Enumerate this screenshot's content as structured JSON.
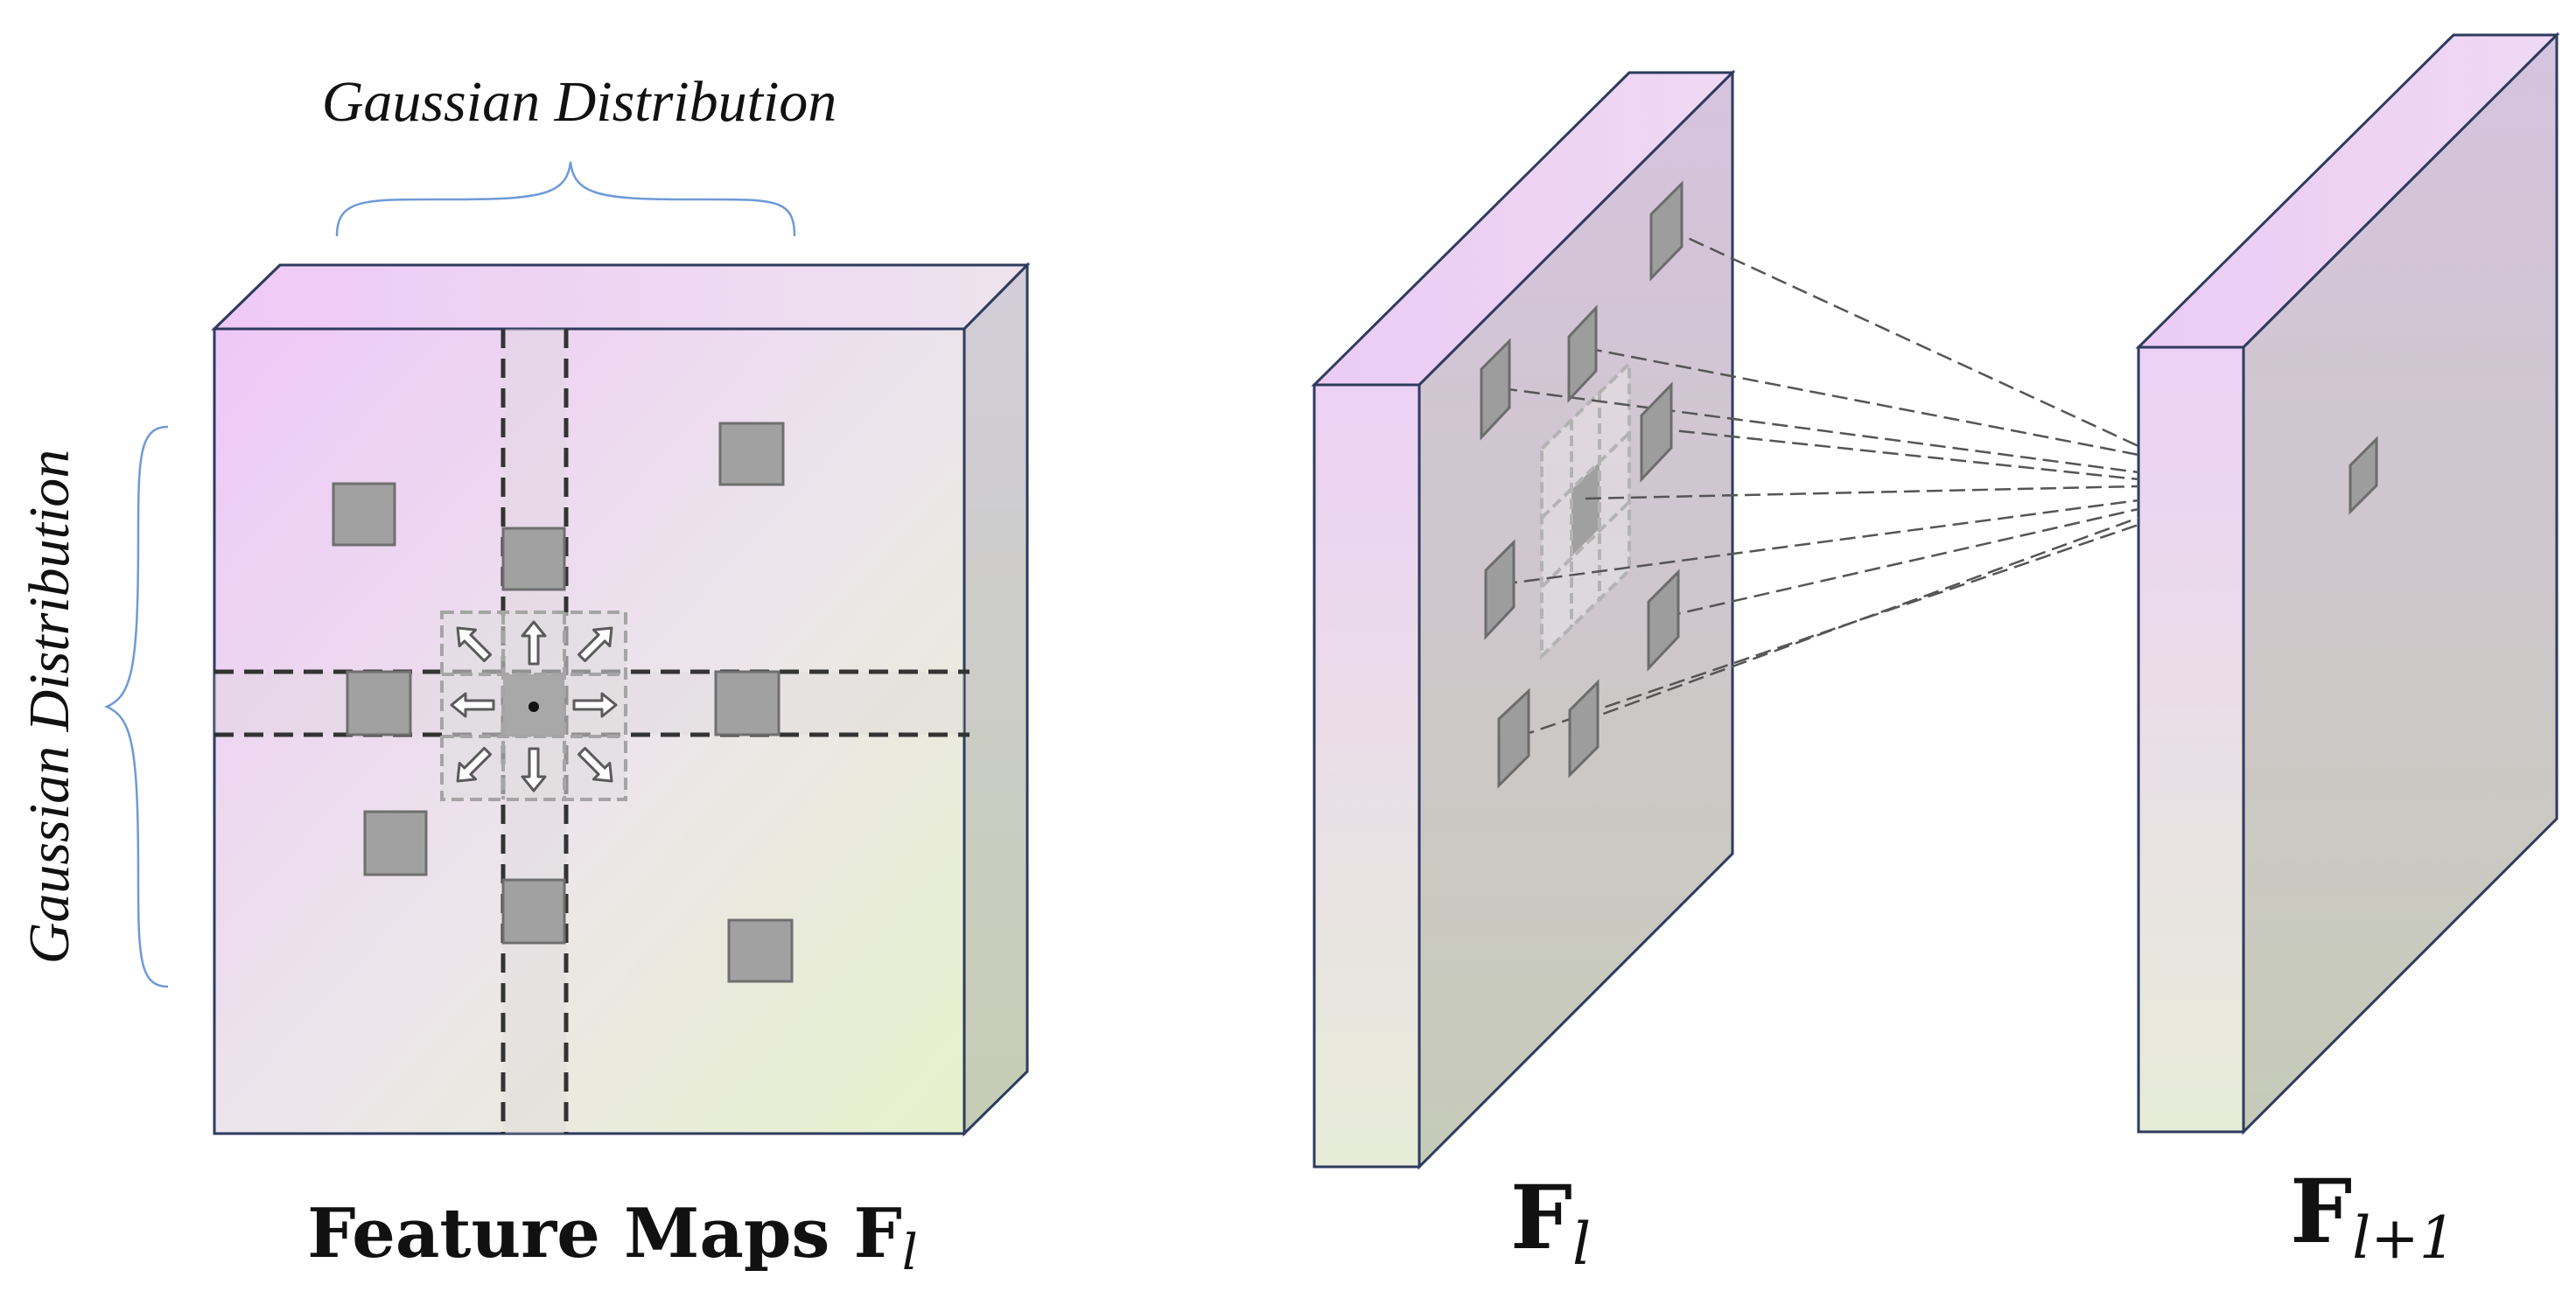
{
  "left_panel": {
    "top_brace_label": "Gaussian Distribution",
    "side_brace_label": "Gaussian Distribution",
    "caption": "Feature Maps F",
    "caption_subscript": "l"
  },
  "right_panel": {
    "layer_l_label": "F",
    "layer_l_subscript": "l",
    "layer_l1_label": "F",
    "layer_l1_subscript": "l+1"
  },
  "colors": {
    "face_top_left": "#eecbf6",
    "face_bottom_right": "#e6f0cc",
    "edge": "#2e3b5e",
    "square_fill": "#a1a1a1",
    "square_stroke": "#6f6f6f",
    "dashed_line": "#333333",
    "brace": "#6e9ad6",
    "connector": "#555555"
  },
  "icons": {
    "kernel_arrows": [
      "arrow-up-left-icon",
      "arrow-up-icon",
      "arrow-up-right-icon",
      "arrow-left-icon",
      "arrow-right-icon",
      "arrow-down-left-icon",
      "arrow-down-icon",
      "arrow-down-right-icon"
    ]
  }
}
